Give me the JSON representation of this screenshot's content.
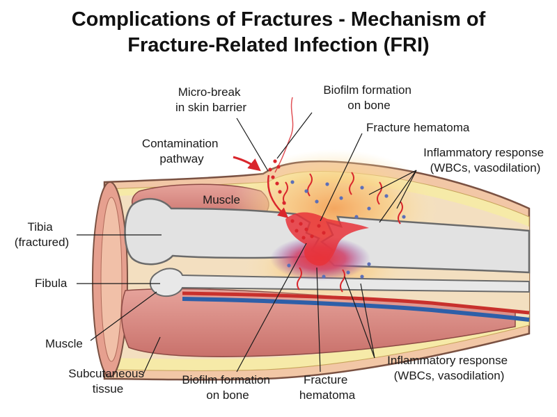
{
  "title": {
    "line1": "Complications of Fractures - Mechanism of",
    "line2": "Fracture-Related Infection (FRI)"
  },
  "labels": {
    "micro_break": [
      "Micro-break",
      "in skin barrier"
    ],
    "biofilm_top": [
      "Biofilm formation",
      "on bone"
    ],
    "contamination": [
      "Contamination",
      "pathway"
    ],
    "fracture_hematoma_top": [
      "Fracture hematoma"
    ],
    "inflammatory_top": [
      "Inflammatory response",
      "(WBCs, vasodilation)"
    ],
    "muscle_top": [
      "Muscle"
    ],
    "tibia": [
      "Tibia",
      "(fractured)"
    ],
    "fibula": [
      "Fibula"
    ],
    "muscle_bottom": [
      "Muscle"
    ],
    "subcutaneous": [
      "Subcutaneous",
      "tissue"
    ],
    "biofilm_bottom": [
      "Biofilm formation",
      "on bone"
    ],
    "fracture_hematoma_bottom": [
      "Fracture",
      "hematoma"
    ],
    "inflammatory_bottom": [
      "Inflammatory response",
      "(WBCs, vasodilation)"
    ]
  },
  "colors": {
    "skin": "#f2c7a6",
    "subcutaneous": "#f6eaa8",
    "muscle": "#d9857e",
    "bone": "#e2e2e2",
    "hematoma": "#e8333a",
    "inflammation": "#f9c873",
    "vein": "#2e5fa8",
    "artery": "#c8302c"
  }
}
